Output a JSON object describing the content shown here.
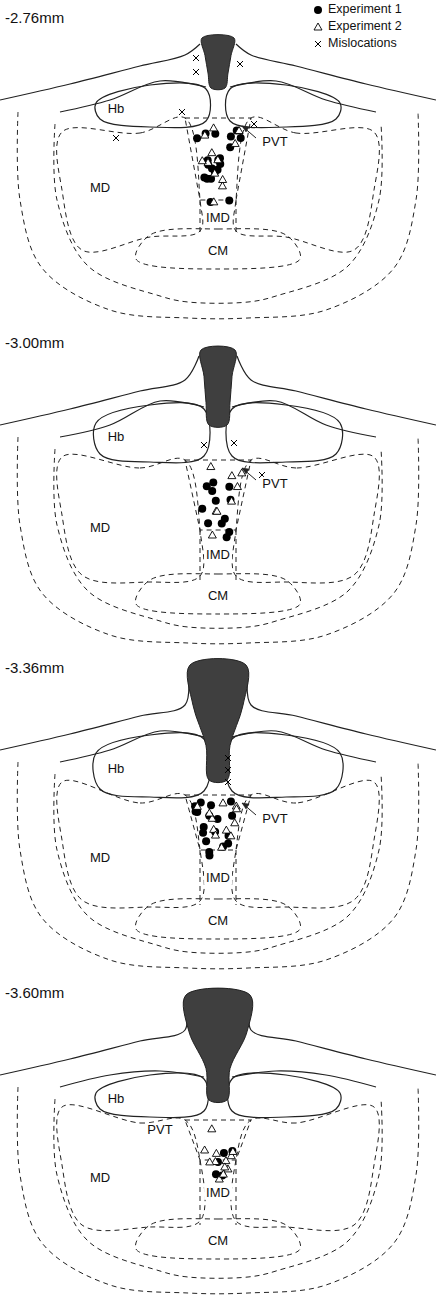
{
  "diagram": {
    "labels": [
      "-2.76mm",
      "Hb",
      "MD",
      "PVT",
      "IMD",
      "CM",
      "-3.00mm",
      "Hb",
      "MD",
      "PVT",
      "IMD",
      "CM",
      "-3.36mm",
      "Hb",
      "MD",
      "PVT",
      "IMD",
      "CM",
      "-3.60mm",
      "Hb",
      "PVT",
      "MD",
      "IMD",
      "CM"
    ],
    "legend": [
      {
        "text": "Experiment 1"
      },
      {
        "text": "Experiment 2"
      },
      {
        "text": "Mislocations"
      }
    ]
  }
}
